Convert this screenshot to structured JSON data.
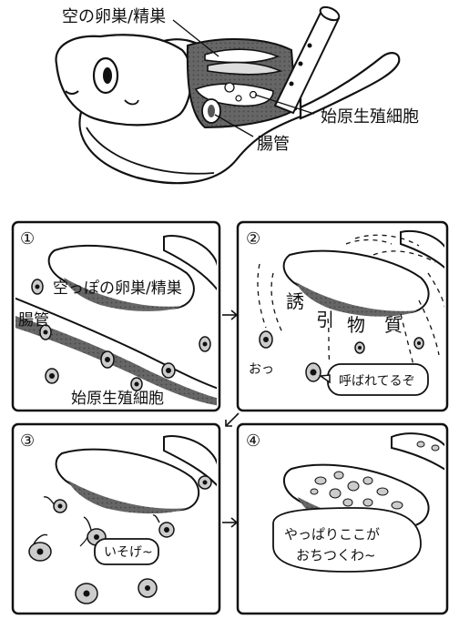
{
  "top": {
    "empty_gonad_label": "空の卵巣/精巣",
    "pgc_label": "始原生殖細胞",
    "gut_label": "腸管"
  },
  "panels": [
    {
      "number": "①",
      "gonad_label": "空っぽの卵巣/精巣",
      "gut_label": "腸管",
      "pgc_label": "始原生殖細胞"
    },
    {
      "number": "②",
      "attractant_chars": [
        "誘",
        "引",
        "物",
        "質"
      ],
      "exclaim": "おっ",
      "bubble": "呼ばれてるぞ"
    },
    {
      "number": "③",
      "bubble": "いそげ~"
    },
    {
      "number": "④",
      "bubble_line1": "やっぱりここが",
      "bubble_line2": "おちつくわ~"
    }
  ]
}
